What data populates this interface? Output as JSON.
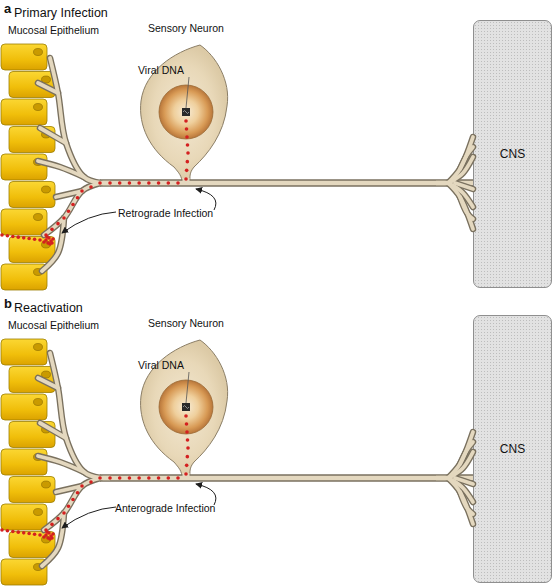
{
  "diagram": {
    "nodes": [
      {
        "text": [
          "Mucosal Epithelium"
        ]
      },
      {
        "text": [
          "Sensory Neuron",
          "Viral DNA"
        ]
      },
      {
        "text": [
          "CNS"
        ]
      },
      {
        "text": [
          "Mucosal Epithelium"
        ]
      },
      {
        "text": [
          "Sensory Neuron",
          "Viral DNA"
        ]
      },
      {
        "text": [
          "CNS"
        ]
      }
    ],
    "edges": [
      {
        "from": 0,
        "to": 1,
        "arrow": "none"
      },
      {
        "from": 1,
        "to": 2,
        "arrow": "none"
      },
      {
        "from": 3,
        "to": 4,
        "arrow": "none"
      },
      {
        "from": 4,
        "to": 5,
        "arrow": "none"
      }
    ],
    "labels": [
      "a",
      "Primary Infection",
      "Retrograde Infection",
      "b",
      "Reactivation",
      "Anterograde Infection"
    ]
  }
}
